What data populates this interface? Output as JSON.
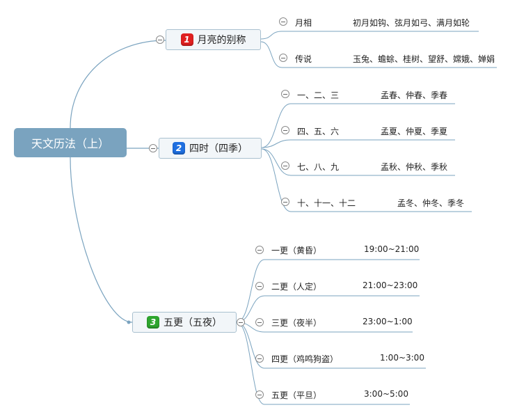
{
  "root": {
    "label": "天文历法（上）"
  },
  "branches": [
    {
      "badge": "1",
      "label": "月亮的别称",
      "color": "#e02020",
      "items": [
        {
          "label": "月相",
          "value": "初月如钩、弦月如弓、满月如轮"
        },
        {
          "label": "传说",
          "value": "玉兔、蟾蜍、桂树、望舒、嫦娥、婵娟"
        }
      ]
    },
    {
      "badge": "2",
      "label": "四时（四季）",
      "color": "#1e6fe0",
      "items": [
        {
          "label": "一、二、三",
          "value": "孟春、仲春、季春"
        },
        {
          "label": "四、五、六",
          "value": "孟夏、仲夏、季夏"
        },
        {
          "label": "七、八、九",
          "value": "孟秋、仲秋、季秋"
        },
        {
          "label": "十、十一、十二",
          "value": "孟冬、仲冬、季冬"
        }
      ]
    },
    {
      "badge": "3",
      "label": "五更（五夜）",
      "color": "#2ea62e",
      "items": [
        {
          "label": "一更（黄昏）",
          "value": "19:00~21:00"
        },
        {
          "label": "二更（人定）",
          "value": "21:00~23:00"
        },
        {
          "label": "三更（夜半）",
          "value": "23:00~1:00"
        },
        {
          "label": "四更（鸡鸣狗盗）",
          "value": "1:00~3:00"
        },
        {
          "label": "五更（平旦）",
          "value": "3:00~5:00"
        }
      ]
    }
  ],
  "colors": {
    "line": "#7aa3bf",
    "root_fill": "#7aa3bf",
    "branch_fill": "#f2f6f9"
  }
}
